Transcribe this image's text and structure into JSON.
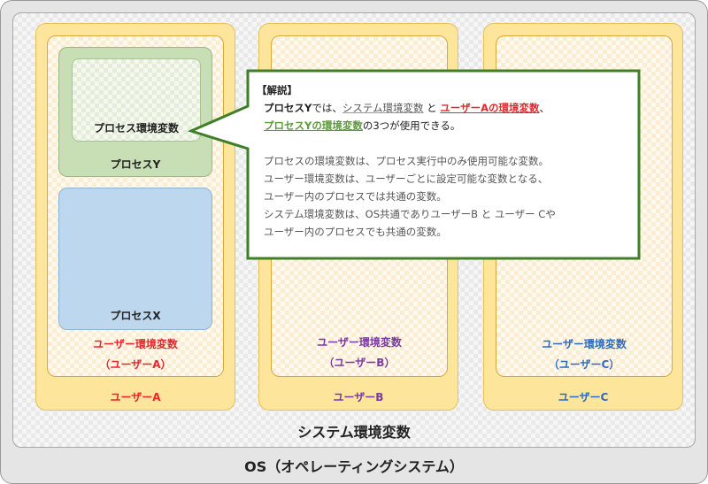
{
  "os": {
    "label": "OS（オペレーティングシステム）"
  },
  "system_env": {
    "label": "システム環境変数"
  },
  "users": [
    {
      "name": "ユーザーA",
      "env_label": "ユーザー環境変数",
      "env_sub": "（ユーザーA）",
      "color": "#e8262c"
    },
    {
      "name": "ユーザーB",
      "env_label": "ユーザー環境変数",
      "env_sub": "（ユーザーB）",
      "color": "#7a3aa6"
    },
    {
      "name": "ユーザーC",
      "env_label": "ユーザー環境変数",
      "env_sub": "（ユーザーC）",
      "color": "#2f6cc0"
    }
  ],
  "process_y": {
    "label": "プロセスY",
    "env_label": "プロセス環境変数"
  },
  "process_x": {
    "label": "プロセスX"
  },
  "callout": {
    "title": "【解説】",
    "line1_a": "プロセスY",
    "line1_b": "では、",
    "line1_c": "システム環境変数",
    "line1_d": " と ",
    "line1_e": "ユーザーAの環境変数",
    "line1_f": "、",
    "line2_a": "プロセスYの環境変数",
    "line2_b": "の3つが使用できる。",
    "para": [
      "プロセスの環境変数は、プロセス実行中のみ使用可能な変数。",
      "ユーザー環境変数は、ユーザーごとに設定可能な変数となる、",
      "ユーザー内のプロセスでは共通の変数。",
      "システム環境変数は、OS共通でありユーザーB と ユーザー Cや",
      "ユーザー内のプロセスでも共通の変数。"
    ]
  },
  "colors": {
    "os_frame": "#e5e5e5",
    "user_box": "#fde59c",
    "process_y_fill": "#c8dfb5",
    "process_x_fill": "#bdd7ee",
    "callout_border": "#3f7f2a"
  }
}
